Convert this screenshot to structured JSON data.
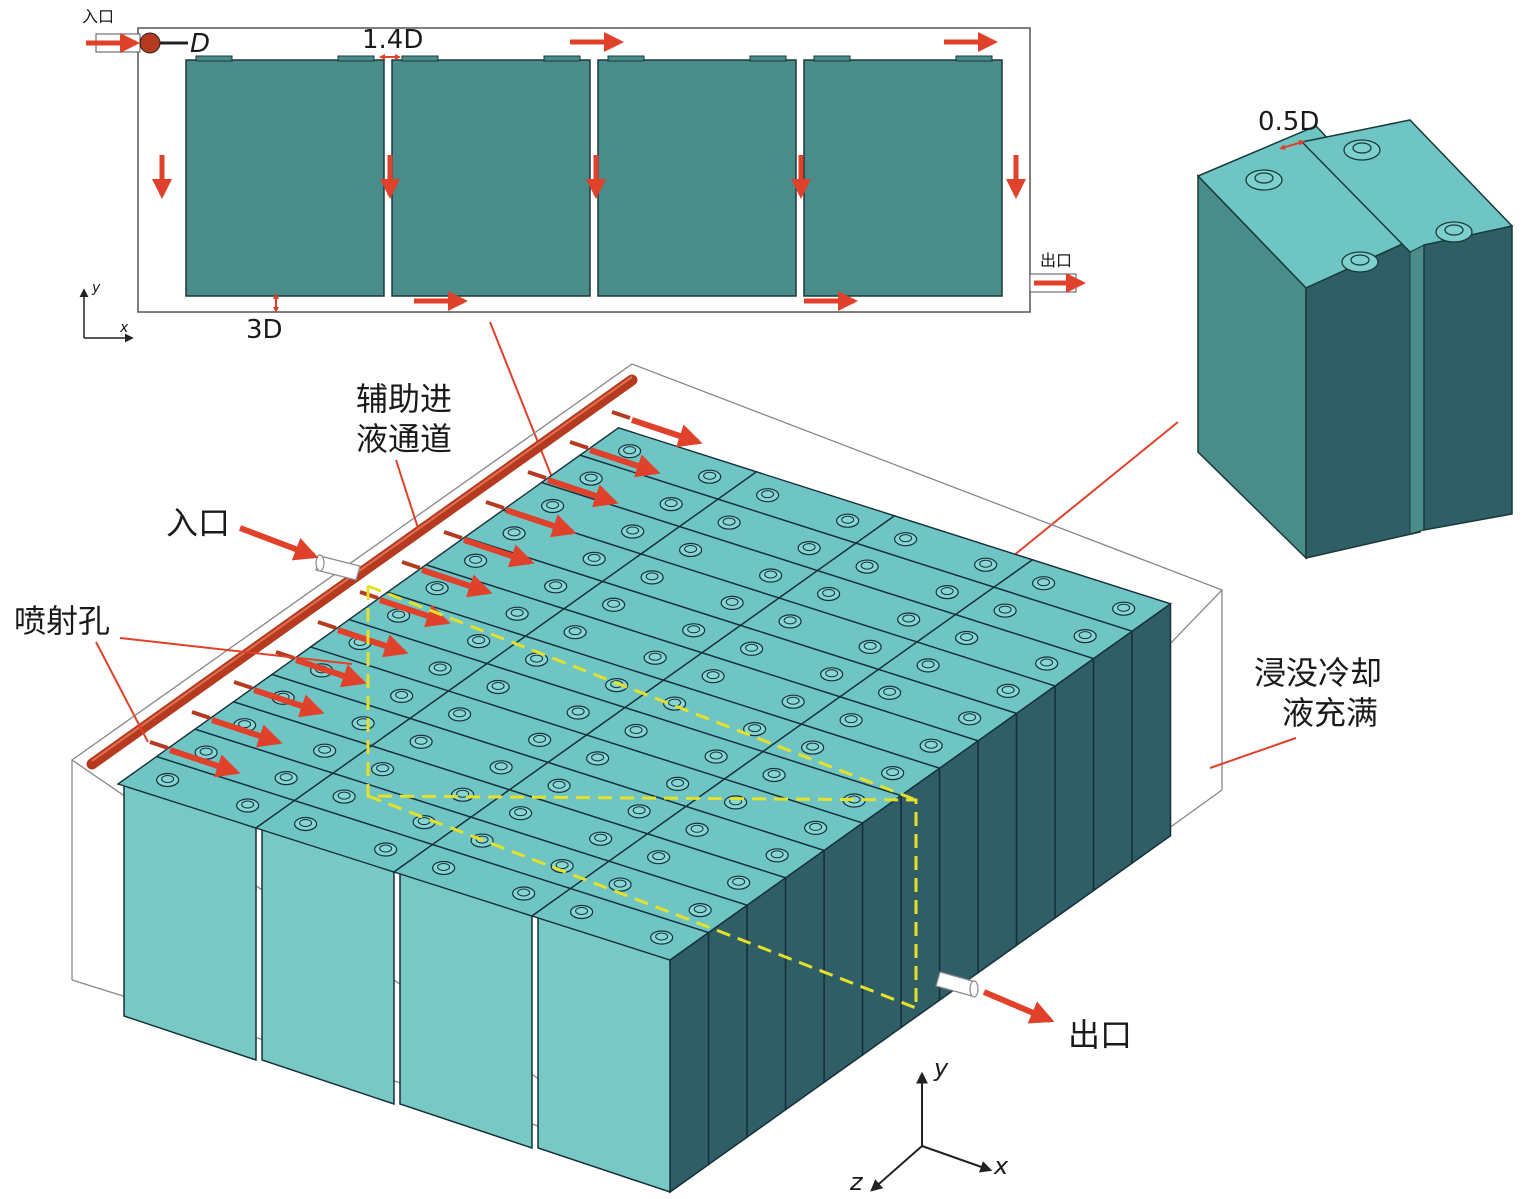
{
  "colors": {
    "cell_front": "#4a8c89",
    "cell_top": "#6fc5c4",
    "cell_face_light": "#78c9c6",
    "cell_side_dark": "#2f5e66",
    "arrow": "#e0412b",
    "pipe": "#b53a1f",
    "yellow_dash": "#e5e02a",
    "outline": "#222222"
  },
  "top_view": {
    "inlet_label": "入口",
    "outlet_label": "出口",
    "diameter_label": "D",
    "cell_gap_label": "1.4D",
    "bottom_gap_label": "3D",
    "axis_y": "y",
    "axis_x": "x",
    "cell_count": 4
  },
  "detail_view": {
    "gap_label": "0.5D"
  },
  "main_view": {
    "aux_channel_label_line1": "辅助进",
    "aux_channel_label_line2": "液通道",
    "inlet_label": "入口",
    "spray_hole_label": "喷射孔",
    "immersion_label_line1": "浸没冷却",
    "immersion_label_line2": "液充满",
    "outlet_label": "出口",
    "axis_y": "y",
    "axis_x": "x",
    "axis_z": "z",
    "grid_rows": 13,
    "grid_cols": 4
  }
}
